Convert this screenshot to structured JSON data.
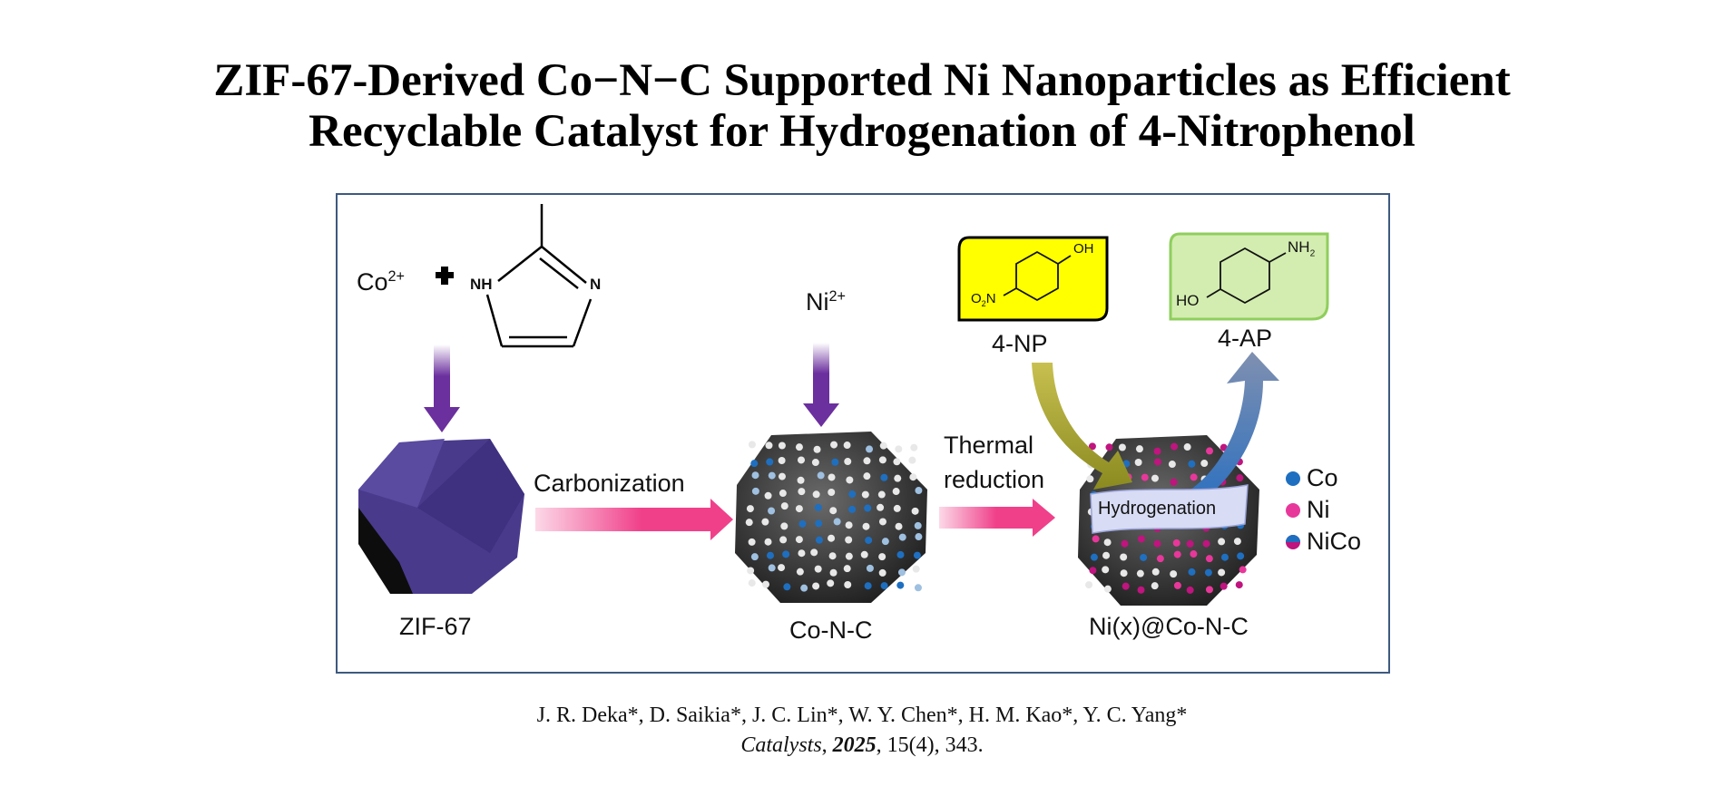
{
  "title": {
    "line1": "ZIF-67-Derived Co−N−C Supported Ni Nanoparticles as Efficient",
    "line2": "Recyclable Catalyst for Hydrogenation of 4-Nitrophenol"
  },
  "diagram": {
    "reactant_co": "Co",
    "reactant_co_charge": "2+",
    "plus": "+",
    "imidazole_nh": "NH",
    "imidazole_n": "N",
    "ni_ion": "Ni",
    "ni_ion_charge": "2+",
    "zif_label": "ZIF-67",
    "step1_label": "Carbonization",
    "conc_label": "Co-N-C",
    "step2_label_line1": "Thermal",
    "step2_label_line2": "reduction",
    "product_label": "Ni(x)@Co-N-C",
    "ribbon_label": "Hydrogenation",
    "np_box": {
      "oh": "OH",
      "no2_o": "O",
      "no2_sub": "2",
      "no2_n": "N",
      "label": "4-NP"
    },
    "ap_box": {
      "nh": "NH",
      "nh_sub": "2",
      "ho": "HO",
      "label": "4-AP"
    },
    "legend": [
      {
        "label": "Co",
        "color": "#1e6fc0"
      },
      {
        "label": "Ni",
        "color": "#e8379a"
      },
      {
        "label": "NiCo",
        "color": "#1e6fc0",
        "color2": "#c0147e"
      }
    ]
  },
  "citation": {
    "authors": "J. R. Deka*, D. Saikia*, J. C. Lin*, W. Y. Chen*, H. M. Kao*, Y. C. Yang*",
    "journal": "Catalysts",
    "year": "2025",
    "rest": ", 15(4), 343."
  },
  "colors": {
    "frame": "#3d5a80",
    "purple": "#6b2f9e",
    "pink": "#f0408a",
    "yellow": "#ffff00",
    "green": "#d3edb0"
  }
}
